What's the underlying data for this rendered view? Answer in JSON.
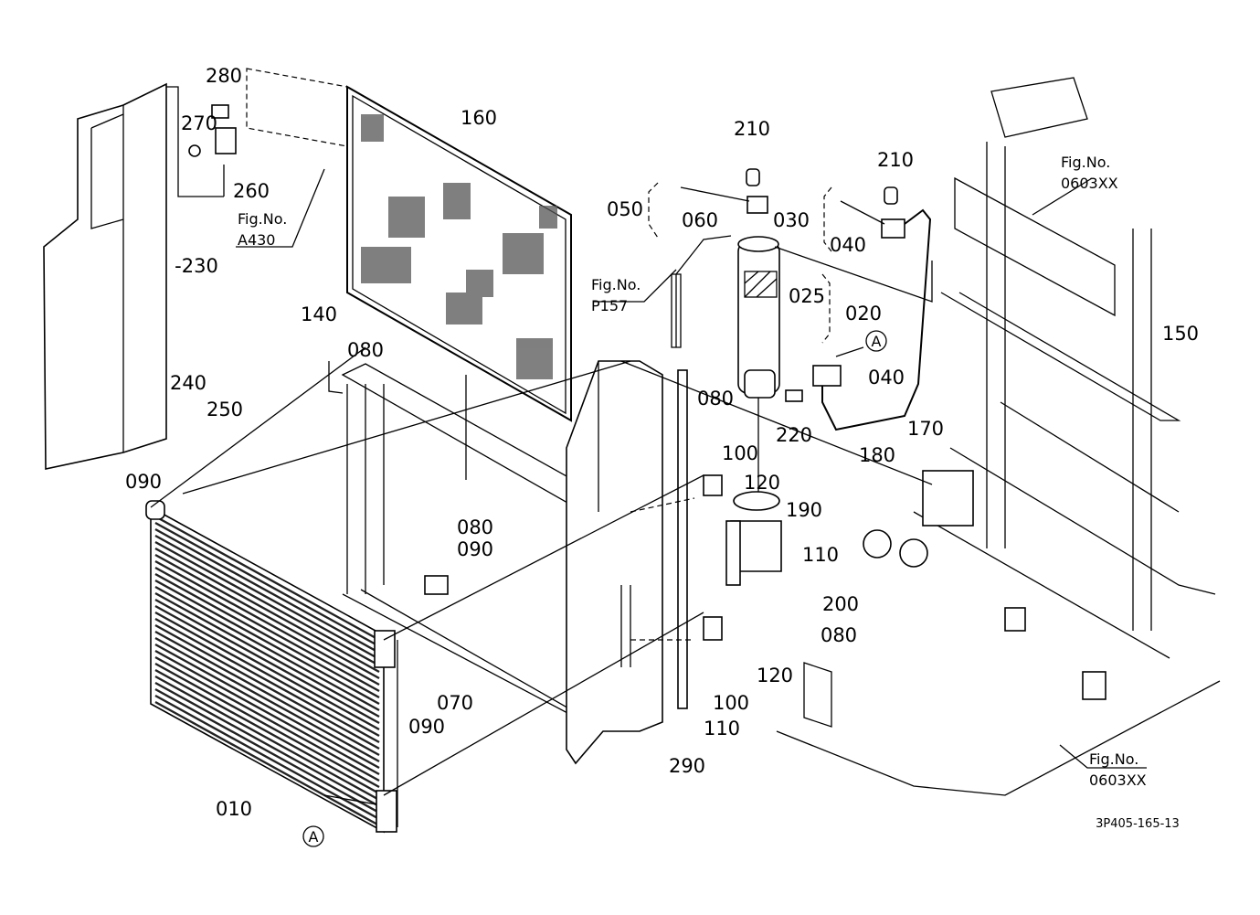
{
  "diagram": {
    "drawing_code": "3P405-165-13",
    "callout_marker": "A",
    "part_labels": [
      {
        "id": "p280",
        "text": "280"
      },
      {
        "id": "p270",
        "text": "270"
      },
      {
        "id": "p260",
        "text": "260"
      },
      {
        "id": "p160",
        "text": "160"
      },
      {
        "id": "p230",
        "text": "-230"
      },
      {
        "id": "p210a",
        "text": "210"
      },
      {
        "id": "p210b",
        "text": "210"
      },
      {
        "id": "p050",
        "text": "050"
      },
      {
        "id": "p060",
        "text": "060"
      },
      {
        "id": "p030",
        "text": "030"
      },
      {
        "id": "p040a",
        "text": "040"
      },
      {
        "id": "p025",
        "text": "025"
      },
      {
        "id": "p020",
        "text": "020"
      },
      {
        "id": "p140",
        "text": "140"
      },
      {
        "id": "p080a",
        "text": "080"
      },
      {
        "id": "p040b",
        "text": "040"
      },
      {
        "id": "p220",
        "text": "220"
      },
      {
        "id": "p080b",
        "text": "080"
      },
      {
        "id": "p150",
        "text": "150"
      },
      {
        "id": "p170",
        "text": "170"
      },
      {
        "id": "p180",
        "text": "180"
      },
      {
        "id": "p100a",
        "text": "100"
      },
      {
        "id": "p120a",
        "text": "120"
      },
      {
        "id": "p190",
        "text": "190"
      },
      {
        "id": "p240",
        "text": "240"
      },
      {
        "id": "p250",
        "text": "250"
      },
      {
        "id": "p090a",
        "text": "090"
      },
      {
        "id": "p080c",
        "text": "080"
      },
      {
        "id": "p090b",
        "text": "090"
      },
      {
        "id": "p110a",
        "text": "110"
      },
      {
        "id": "p200",
        "text": "200"
      },
      {
        "id": "p080d",
        "text": "080"
      },
      {
        "id": "p120b",
        "text": "120"
      },
      {
        "id": "p100b",
        "text": "100"
      },
      {
        "id": "p110b",
        "text": "110"
      },
      {
        "id": "p070",
        "text": "070"
      },
      {
        "id": "p090c",
        "text": "090"
      },
      {
        "id": "p290",
        "text": "290"
      },
      {
        "id": "p010",
        "text": "010"
      }
    ],
    "figure_refs": [
      {
        "id": "a430",
        "label": "Fig.No.",
        "number": "A430"
      },
      {
        "id": "p157",
        "label": "Fig.No.",
        "number": "P157"
      },
      {
        "id": "f0603a",
        "label": "Fig.No.",
        "number": "0603XX"
      },
      {
        "id": "f0603b",
        "label": "Fig.No.",
        "number": "0603XX"
      }
    ]
  }
}
